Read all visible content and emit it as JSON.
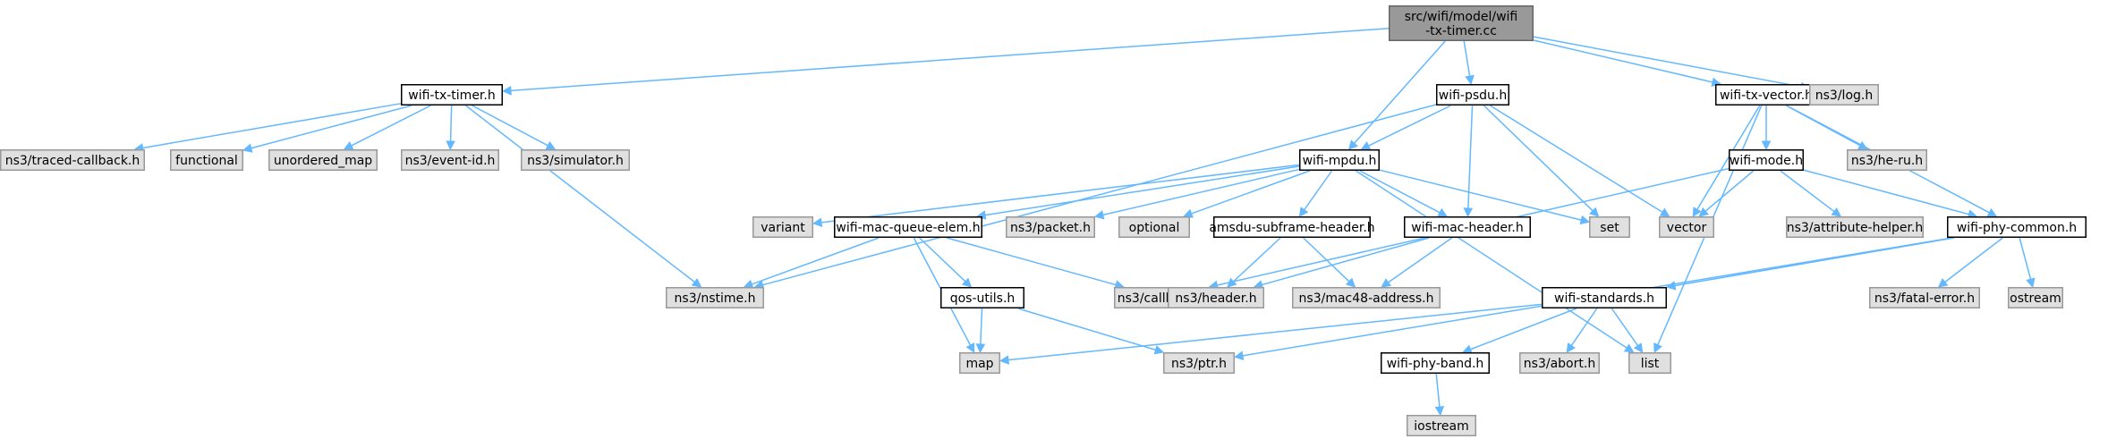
{
  "nodes": [
    {
      "id": "root",
      "label": [
        "src/wifi/model/wifi",
        "-tx-timer.cc"
      ],
      "kind": "root"
    },
    {
      "id": "wtt",
      "label": [
        "wifi-tx-timer.h"
      ],
      "kind": "header"
    },
    {
      "id": "psdu",
      "label": [
        "wifi-psdu.h"
      ],
      "kind": "header"
    },
    {
      "id": "txv",
      "label": [
        "wifi-tx-vector.h"
      ],
      "kind": "header"
    },
    {
      "id": "log",
      "label": [
        "ns3/log.h"
      ],
      "kind": "external"
    },
    {
      "id": "tcb",
      "label": [
        "ns3/traced-callback.h"
      ],
      "kind": "external"
    },
    {
      "id": "func",
      "label": [
        "functional"
      ],
      "kind": "external"
    },
    {
      "id": "umap",
      "label": [
        "unordered_map"
      ],
      "kind": "external"
    },
    {
      "id": "evid",
      "label": [
        "ns3/event-id.h"
      ],
      "kind": "external"
    },
    {
      "id": "sim",
      "label": [
        "ns3/simulator.h"
      ],
      "kind": "external"
    },
    {
      "id": "nstime",
      "label": [
        "ns3/nstime.h"
      ],
      "kind": "external"
    },
    {
      "id": "mpdu",
      "label": [
        "wifi-mpdu.h"
      ],
      "kind": "header"
    },
    {
      "id": "set",
      "label": [
        "set"
      ],
      "kind": "external"
    },
    {
      "id": "vector",
      "label": [
        "vector"
      ],
      "kind": "external"
    },
    {
      "id": "mode",
      "label": [
        "wifi-mode.h"
      ],
      "kind": "header"
    },
    {
      "id": "heru",
      "label": [
        "ns3/he-ru.h"
      ],
      "kind": "external"
    },
    {
      "id": "variant",
      "label": [
        "variant"
      ],
      "kind": "external"
    },
    {
      "id": "mqe",
      "label": [
        "wifi-mac-queue-elem.h"
      ],
      "kind": "header"
    },
    {
      "id": "packet",
      "label": [
        "ns3/packet.h"
      ],
      "kind": "external"
    },
    {
      "id": "optional",
      "label": [
        "optional"
      ],
      "kind": "external"
    },
    {
      "id": "amsdu",
      "label": [
        "amsdu-subframe-header.h"
      ],
      "kind": "header"
    },
    {
      "id": "machdr",
      "label": [
        "wifi-mac-header.h"
      ],
      "kind": "header"
    },
    {
      "id": "attr",
      "label": [
        "ns3/attribute-helper.h"
      ],
      "kind": "external"
    },
    {
      "id": "phycommon",
      "label": [
        "wifi-phy-common.h"
      ],
      "kind": "header"
    },
    {
      "id": "callback",
      "label": [
        "ns3/callback.h"
      ],
      "kind": "external"
    },
    {
      "id": "qos",
      "label": [
        "qos-utils.h"
      ],
      "kind": "header"
    },
    {
      "id": "header",
      "label": [
        "ns3/header.h"
      ],
      "kind": "external"
    },
    {
      "id": "mac48",
      "label": [
        "ns3/mac48-address.h"
      ],
      "kind": "external"
    },
    {
      "id": "standards",
      "label": [
        "wifi-standards.h"
      ],
      "kind": "header"
    },
    {
      "id": "fatal",
      "label": [
        "ns3/fatal-error.h"
      ],
      "kind": "external"
    },
    {
      "id": "ostream",
      "label": [
        "ostream"
      ],
      "kind": "external"
    },
    {
      "id": "map",
      "label": [
        "map"
      ],
      "kind": "external"
    },
    {
      "id": "ptr",
      "label": [
        "ns3/ptr.h"
      ],
      "kind": "external"
    },
    {
      "id": "band",
      "label": [
        "wifi-phy-band.h"
      ],
      "kind": "header"
    },
    {
      "id": "abort",
      "label": [
        "ns3/abort.h"
      ],
      "kind": "external"
    },
    {
      "id": "list",
      "label": [
        "list"
      ],
      "kind": "external"
    },
    {
      "id": "iostream",
      "label": [
        "iostream"
      ],
      "kind": "external"
    }
  ],
  "edges": [
    [
      "root",
      "wtt"
    ],
    [
      "root",
      "psdu"
    ],
    [
      "root",
      "txv"
    ],
    [
      "root",
      "log"
    ],
    [
      "root",
      "mpdu"
    ],
    [
      "wtt",
      "tcb"
    ],
    [
      "wtt",
      "func"
    ],
    [
      "wtt",
      "umap"
    ],
    [
      "wtt",
      "evid"
    ],
    [
      "wtt",
      "sim"
    ],
    [
      "wtt",
      "nstime"
    ],
    [
      "psdu",
      "mpdu"
    ],
    [
      "psdu",
      "nstime"
    ],
    [
      "psdu",
      "machdr"
    ],
    [
      "psdu",
      "set"
    ],
    [
      "psdu",
      "vector"
    ],
    [
      "txv",
      "vector"
    ],
    [
      "txv",
      "mode"
    ],
    [
      "txv",
      "heru"
    ],
    [
      "txv",
      "phycommon"
    ],
    [
      "txv",
      "list"
    ],
    [
      "mpdu",
      "variant"
    ],
    [
      "mpdu",
      "mqe"
    ],
    [
      "mpdu",
      "packet"
    ],
    [
      "mpdu",
      "optional"
    ],
    [
      "mpdu",
      "amsdu"
    ],
    [
      "mpdu",
      "machdr"
    ],
    [
      "mpdu",
      "set"
    ],
    [
      "mpdu",
      "list"
    ],
    [
      "mode",
      "vector"
    ],
    [
      "mode",
      "attr"
    ],
    [
      "mode",
      "phycommon"
    ],
    [
      "mode",
      "callback"
    ],
    [
      "mqe",
      "nstime"
    ],
    [
      "mqe",
      "callback"
    ],
    [
      "mqe",
      "qos"
    ],
    [
      "mqe",
      "map"
    ],
    [
      "amsdu",
      "header"
    ],
    [
      "amsdu",
      "mac48"
    ],
    [
      "machdr",
      "header"
    ],
    [
      "machdr",
      "mac48"
    ],
    [
      "phycommon",
      "fatal"
    ],
    [
      "phycommon",
      "ostream"
    ],
    [
      "phycommon",
      "standards"
    ],
    [
      "phycommon",
      "ptr"
    ],
    [
      "qos",
      "map"
    ],
    [
      "qos",
      "ptr"
    ],
    [
      "standards",
      "map"
    ],
    [
      "standards",
      "band"
    ],
    [
      "standards",
      "abort"
    ],
    [
      "standards",
      "list"
    ],
    [
      "band",
      "iostream"
    ]
  ],
  "colors": {
    "edge": "#63b8ff",
    "root_fill": "#999999",
    "header_fill": "#ffffff",
    "external_fill": "#e0e0e0",
    "header_border": "#000000",
    "external_border": "#999999",
    "root_border": "#666666"
  }
}
